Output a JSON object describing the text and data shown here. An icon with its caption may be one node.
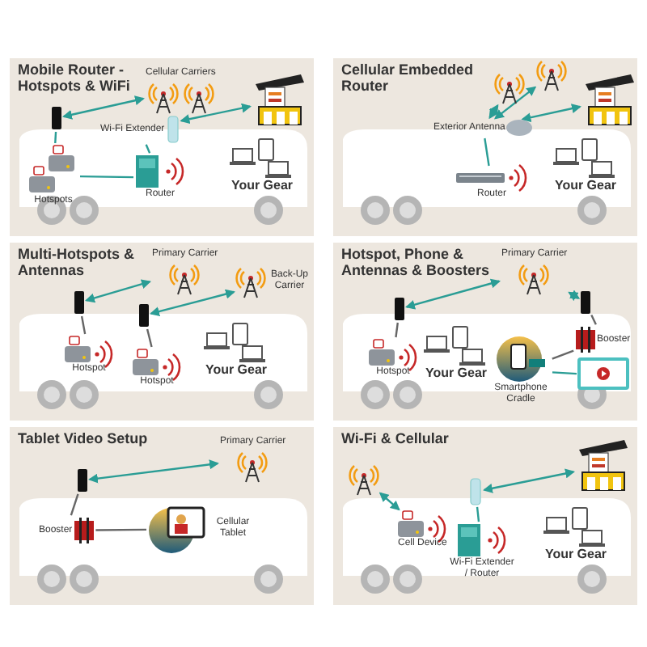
{
  "diagram": {
    "nodes": [
      {
        "text": [
          "Mobile Router - Hotspots & WiFi"
        ]
      },
      {
        "text": [
          "Cellular Carriers"
        ],
        "in": 0
      },
      {
        "text": [],
        "shape": "picture",
        "in": 0
      },
      {
        "text": [],
        "shape": "bar",
        "in": 0
      },
      {
        "text": [
          "Wi-Fi Extender"
        ],
        "in": 0
      },
      {
        "text": [
          "Hotspots"
        ],
        "in": 0
      },
      {
        "text": [
          "Router"
        ],
        "in": 0
      },
      {
        "text": [
          "Your Gear"
        ],
        "in": 0
      },
      {
        "text": [
          "Cellular Embedded Router"
        ]
      },
      {
        "text": [],
        "shape": "picture",
        "in": 8
      },
      {
        "text": [],
        "shape": "picture",
        "in": 8
      },
      {
        "text": [],
        "shape": "picture",
        "in": 8
      },
      {
        "text": [
          "Exterior Antenna"
        ],
        "in": 8
      },
      {
        "text": [
          "Router"
        ],
        "in": 8
      },
      {
        "text": [
          "Your Gear"
        ],
        "in": 8
      },
      {
        "text": [
          "Multi-Hotspots & Antennas"
        ]
      },
      {
        "text": [
          "Primary Carrier"
        ],
        "in": 15
      },
      {
        "text": [
          "Back-Up Carrier"
        ],
        "in": 15
      },
      {
        "text": [],
        "shape": "bar",
        "in": 15
      },
      {
        "text": [],
        "shape": "bar",
        "in": 15
      },
      {
        "text": [
          "Hotspot"
        ],
        "in": 15
      },
      {
        "text": [
          "Hotspot"
        ],
        "in": 15
      },
      {
        "text": [
          "Your Gear"
        ],
        "in": 15
      },
      {
        "text": [
          "Hotspot, Phone & Antennas & Boosters"
        ]
      },
      {
        "text": [
          "Primary Carrier"
        ],
        "in": 23
      },
      {
        "text": [],
        "shape": "bar",
        "in": 23
      },
      {
        "text": [],
        "shape": "bar",
        "in": 23
      },
      {
        "text": [
          "Hotspot"
        ],
        "in": 23
      },
      {
        "text": [
          "Booster"
        ],
        "in": 23
      },
      {
        "text": [
          "Smartphone Cradle"
        ],
        "in": 23
      },
      {
        "text": [],
        "shape": "picture",
        "in": 23
      },
      {
        "text": [
          "Your Gear"
        ],
        "in": 23
      },
      {
        "text": [
          "Tablet Video Setup"
        ]
      },
      {
        "text": [
          "Primary Carrier"
        ],
        "in": 32
      },
      {
        "text": [],
        "shape": "bar",
        "in": 32
      },
      {
        "text": [
          "Booster"
        ],
        "in": 32
      },
      {
        "text": [
          "Cellular Tablet"
        ],
        "in": 32
      },
      {
        "text": [
          "Wi-Fi & Cellular"
        ]
      },
      {
        "text": [],
        "shape": "picture",
        "in": 37
      },
      {
        "text": [],
        "shape": "picture",
        "in": 37
      },
      {
        "text": [
          "Cell Device"
        ],
        "in": 37
      },
      {
        "text": [],
        "shape": "cylinder",
        "in": 37
      },
      {
        "text": [
          "Wi-Fi Extender / Router"
        ],
        "in": 37
      },
      {
        "text": [
          "Your Gear"
        ],
        "in": 37
      }
    ],
    "edges": [
      {
        "from": 3,
        "to": 1,
        "arrow": "both"
      },
      {
        "from": 4,
        "to": 2,
        "arrow": "both"
      },
      {
        "from": 3,
        "to": 5,
        "arrow": "none"
      },
      {
        "from": 5,
        "to": 6,
        "arrow": "none"
      },
      {
        "from": 4,
        "to": 6,
        "arrow": "none"
      },
      {
        "from": 12,
        "to": 9,
        "arrow": "both"
      },
      {
        "from": 12,
        "to": 10,
        "arrow": "both"
      },
      {
        "from": 12,
        "to": 11,
        "arrow": "both"
      },
      {
        "from": 12,
        "to": 13,
        "arrow": "none"
      },
      {
        "from": 18,
        "to": 16,
        "arrow": "both"
      },
      {
        "from": 19,
        "to": 17,
        "arrow": "both"
      },
      {
        "from": 18,
        "to": 20,
        "arrow": "none",
        "color": "#666666"
      },
      {
        "from": 19,
        "to": 21,
        "arrow": "none",
        "color": "#666666"
      },
      {
        "from": 25,
        "to": 24,
        "arrow": "both"
      },
      {
        "from": 26,
        "to": 24,
        "arrow": "both"
      },
      {
        "from": 25,
        "to": 27,
        "arrow": "none",
        "color": "#666666"
      },
      {
        "from": 26,
        "to": 28,
        "arrow": "none",
        "color": "#666666"
      },
      {
        "from": 28,
        "to": 29,
        "arrow": "none",
        "color": "#666666"
      },
      {
        "from": 29,
        "to": 30,
        "arrow": "none"
      },
      {
        "from": 34,
        "to": 33,
        "arrow": "both"
      },
      {
        "from": 34,
        "to": 35,
        "arrow": "none",
        "color": "#666666"
      },
      {
        "from": 35,
        "to": 36,
        "arrow": "none",
        "color": "#666666"
      },
      {
        "from": 38,
        "to": 40,
        "arrow": "both"
      },
      {
        "from": 41,
        "to": 39,
        "arrow": "both"
      },
      {
        "from": 41,
        "to": 42,
        "arrow": "none"
      }
    ]
  }
}
